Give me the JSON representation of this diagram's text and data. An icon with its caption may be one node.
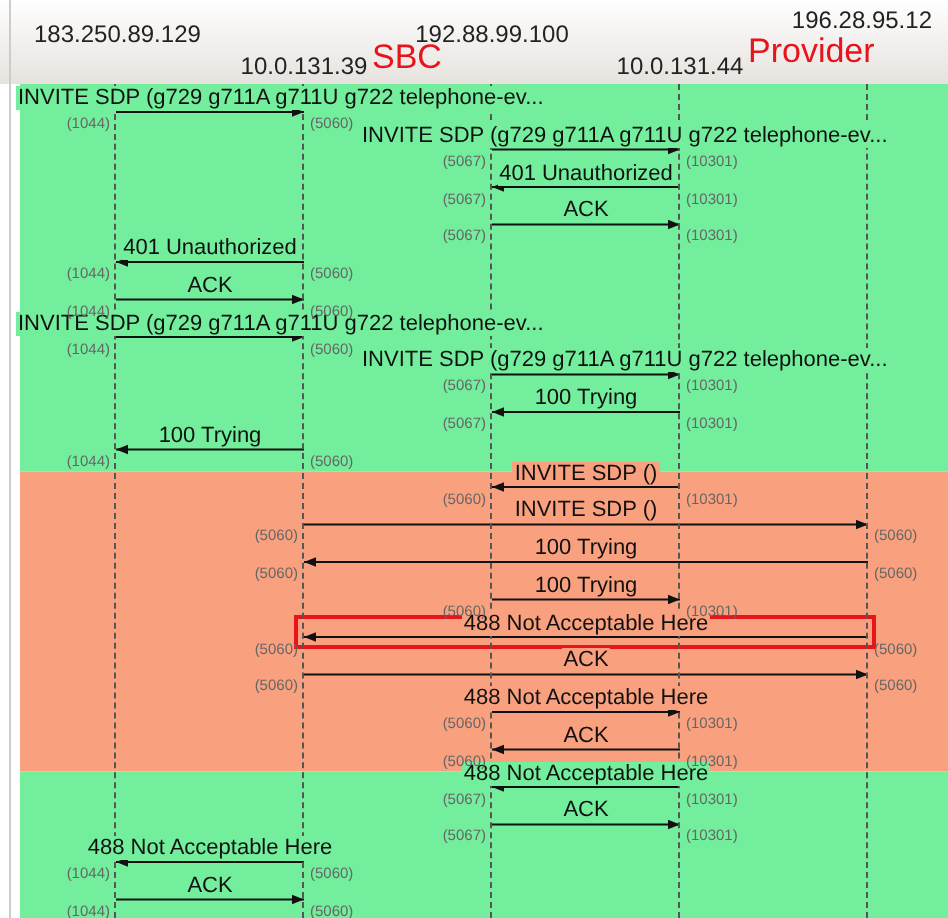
{
  "diagram": {
    "nodes": [
      {
        "text": [
          "183.250.89.129"
        ]
      },
      {
        "text": [
          "10.0.131.39"
        ]
      },
      {
        "text": [
          "192.88.99.100"
        ]
      },
      {
        "text": [
          "10.0.131.44"
        ]
      },
      {
        "text": [
          "196.28.95.12"
        ]
      }
    ],
    "edges": [
      {
        "from": 0,
        "to": 1,
        "arrow": "to",
        "label": "INVITE SDP (g729 g711A g711U g722 telephone-ev..."
      },
      {
        "from": 2,
        "to": 3,
        "arrow": "to",
        "label": "INVITE SDP (g729 g711A g711U g722 telephone-ev..."
      },
      {
        "from": 3,
        "to": 2,
        "arrow": "to",
        "label": "401 Unauthorized"
      },
      {
        "from": 2,
        "to": 3,
        "arrow": "to",
        "label": "ACK"
      },
      {
        "from": 1,
        "to": 0,
        "arrow": "to",
        "label": "401 Unauthorized"
      },
      {
        "from": 0,
        "to": 1,
        "arrow": "to",
        "label": "ACK"
      },
      {
        "from": 0,
        "to": 1,
        "arrow": "to",
        "label": "INVITE SDP (g729 g711A g711U g722 telephone-ev..."
      },
      {
        "from": 2,
        "to": 3,
        "arrow": "to",
        "label": "INVITE SDP (g729 g711A g711U g722 telephone-ev..."
      },
      {
        "from": 3,
        "to": 2,
        "arrow": "to",
        "label": "100 Trying"
      },
      {
        "from": 1,
        "to": 0,
        "arrow": "to",
        "label": "100 Trying"
      },
      {
        "from": 3,
        "to": 2,
        "arrow": "to",
        "label": "INVITE SDP ()"
      },
      {
        "from": 1,
        "to": 4,
        "arrow": "to",
        "label": "INVITE SDP ()"
      },
      {
        "from": 4,
        "to": 1,
        "arrow": "to",
        "label": "100 Trying"
      },
      {
        "from": 2,
        "to": 3,
        "arrow": "to",
        "label": "100 Trying"
      },
      {
        "from": 4,
        "to": 1,
        "arrow": "to",
        "label": "488 Not Acceptable Here"
      },
      {
        "from": 1,
        "to": 4,
        "arrow": "to",
        "label": "ACK"
      },
      {
        "from": 2,
        "to": 3,
        "arrow": "to",
        "label": "488 Not Acceptable Here"
      },
      {
        "from": 3,
        "to": 2,
        "arrow": "to",
        "label": "ACK"
      },
      {
        "from": 3,
        "to": 2,
        "arrow": "to",
        "label": "488 Not Acceptable Here"
      },
      {
        "from": 2,
        "to": 3,
        "arrow": "to",
        "label": "ACK"
      },
      {
        "from": 1,
        "to": 0,
        "arrow": "to",
        "label": "488 Not Acceptable Here"
      },
      {
        "from": 0,
        "to": 1,
        "arrow": "to",
        "label": "ACK"
      }
    ],
    "labels": [
      "SBC",
      "Provider",
      "(1044)",
      "(5060)",
      "(5067)",
      "(10301)",
      "(5067)",
      "(10301)",
      "(5067)",
      "(10301)",
      "(1044)",
      "(5060)",
      "(1044)",
      "(5060)",
      "(1044)",
      "(5060)",
      "(5067)",
      "(10301)",
      "(5067)",
      "(10301)",
      "(1044)",
      "(5060)",
      "(5060)",
      "(10301)",
      "(5060)",
      "(5060)",
      "(5060)",
      "(5060)",
      "(5060)",
      "(10301)",
      "(5060)",
      "(5060)",
      "(5060)",
      "(5060)",
      "(5060)",
      "(10301)",
      "(5060)",
      "(10301)",
      "(5067)",
      "(10301)",
      "(5067)",
      "(10301)",
      "(1044)",
      "(5060)",
      "(1044)",
      "(5060)"
    ]
  }
}
